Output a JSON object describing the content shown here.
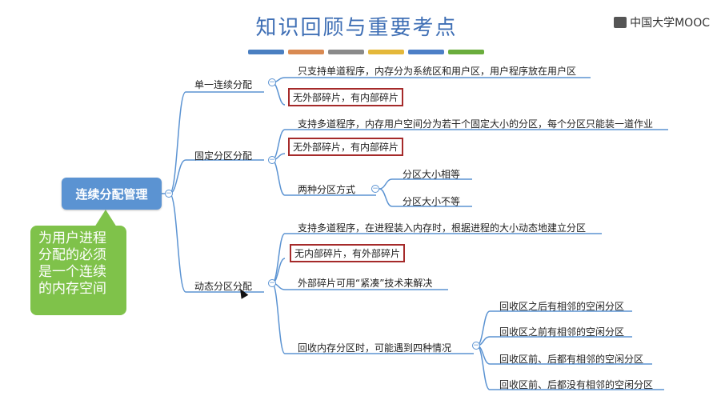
{
  "title": "知识回顾与重要考点",
  "logo": "中国大学MOOC",
  "stripe_colors": [
    "#4a7fc1",
    "#d98a52",
    "#8a8a8a",
    "#e4b83a",
    "#4d7fc7",
    "#6aad3d"
  ],
  "root": "连续分配管理",
  "note": "为用户进程\n分配的必须\n是一个连续\n的内存空间",
  "single": {
    "label": "单一连续分配",
    "items": [
      "只支持单道程序，内存分为系统区和用户区，用户程序放在用户区",
      "无外部碎片，有内部碎片"
    ]
  },
  "fixed": {
    "label": "固定分区分配",
    "items": [
      "支持多道程序，内存用户空间分为若干个固定大小的分区，每个分区只能装一道作业",
      "无外部碎片，有内部碎片",
      "两种分区方式"
    ],
    "modes": [
      "分区大小相等",
      "分区大小不等"
    ]
  },
  "dynamic": {
    "label": "动态分区分配",
    "items": [
      "支持多道程序，在进程装入内存时，根据进程的大小动态地建立分区",
      "无内部碎片，有外部碎片",
      "外部碎片可用“紧凑”技术来解决",
      "回收内存分区时，可能遇到四种情况"
    ],
    "cases": [
      "回收区之后有相邻的空闲分区",
      "回收区之前有相邻的空闲分区",
      "回收区前、后都有相邻的空闲分区",
      "回收区前、后都没有相邻的空闲分区"
    ]
  }
}
